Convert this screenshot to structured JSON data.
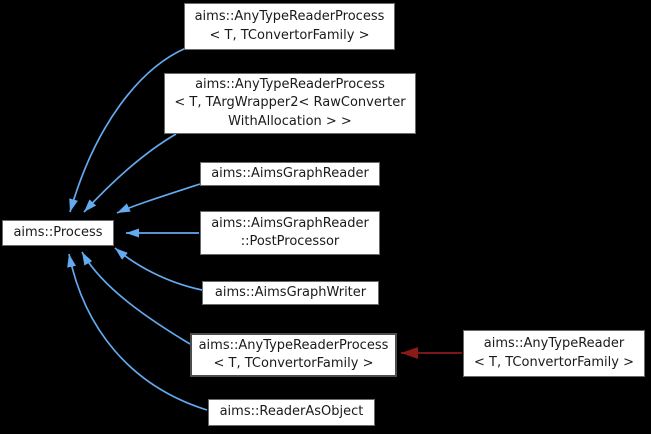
{
  "diagram_type": "class-inheritance-graph",
  "colors": {
    "background": "#000000",
    "node_fill": "#ffffff",
    "node_border": "#6a6a6a",
    "node_text": "#1a1a1a",
    "inheritance_arrow_blue": "#63aaf0",
    "usage_arrow_red": "#8b1a1a"
  },
  "nodes": [
    {
      "id": "process",
      "lines": [
        "aims::Process"
      ]
    },
    {
      "id": "anytypereaderprocess-convertorfamily-top",
      "lines": [
        "aims::AnyTypeReaderProcess",
        "< T, TConvertorFamily >"
      ]
    },
    {
      "id": "anytypereaderprocess-targwrapper2",
      "lines": [
        "aims::AnyTypeReaderProcess",
        "< T, TArgWrapper2< RawConverter",
        "WithAllocation > >"
      ]
    },
    {
      "id": "aimsgraphreader",
      "lines": [
        "aims::AimsGraphReader"
      ]
    },
    {
      "id": "aimsgraphreader-postprocessor",
      "lines": [
        "aims::AimsGraphReader",
        "::PostProcessor"
      ]
    },
    {
      "id": "aimsgraphwriter",
      "lines": [
        "aims::AimsGraphWriter"
      ]
    },
    {
      "id": "anytypereaderprocess-convertorfamily-main",
      "lines": [
        "aims::AnyTypeReaderProcess",
        "< T, TConvertorFamily >"
      ]
    },
    {
      "id": "readerasobject",
      "lines": [
        "aims::ReaderAsObject"
      ]
    },
    {
      "id": "anytypereader",
      "lines": [
        "aims::AnyTypeReader",
        "< T, TConvertorFamily >"
      ]
    }
  ],
  "edges": [
    {
      "from": "anytypereaderprocess-convertorfamily-top",
      "to": "process",
      "type": "inheritance"
    },
    {
      "from": "anytypereaderprocess-targwrapper2",
      "to": "process",
      "type": "inheritance"
    },
    {
      "from": "aimsgraphreader",
      "to": "process",
      "type": "inheritance"
    },
    {
      "from": "aimsgraphreader-postprocessor",
      "to": "process",
      "type": "inheritance"
    },
    {
      "from": "aimsgraphwriter",
      "to": "process",
      "type": "inheritance"
    },
    {
      "from": "anytypereaderprocess-convertorfamily-main",
      "to": "process",
      "type": "inheritance"
    },
    {
      "from": "readerasobject",
      "to": "process",
      "type": "inheritance"
    },
    {
      "from": "anytypereader",
      "to": "anytypereaderprocess-convertorfamily-main",
      "type": "usage"
    }
  ]
}
